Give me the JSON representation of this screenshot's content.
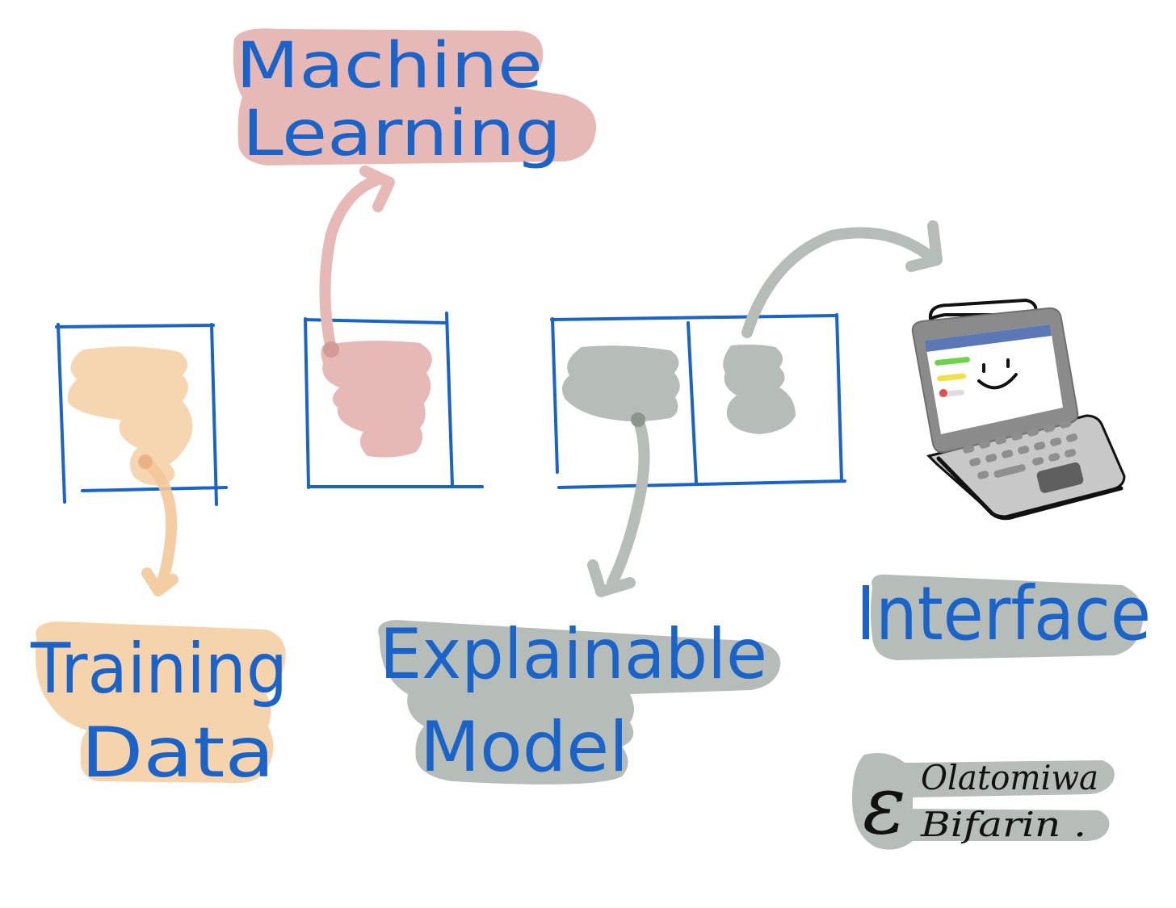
{
  "labels": {
    "machine_learning": [
      "Machine",
      "Learning"
    ],
    "training_data": [
      "Training",
      "Data"
    ],
    "explainable_model": [
      "Explainable",
      "Model"
    ],
    "interface": "Interface"
  },
  "signature": {
    "initial": "ε",
    "lines": [
      "Olatomiwa",
      "Bifarin ."
    ]
  },
  "colors": {
    "ink_blue": "#1a63c9",
    "peach": "#f5d3ad",
    "rose": "#e6b8b6",
    "gray": "#b6bcb8",
    "laptop_body": "#8b8b8b",
    "laptop_base": "#c8c8c8",
    "screen_bar": "#5b77b5",
    "black": "#111111"
  },
  "icons": [
    "laptop-icon",
    "smiley-icon"
  ]
}
